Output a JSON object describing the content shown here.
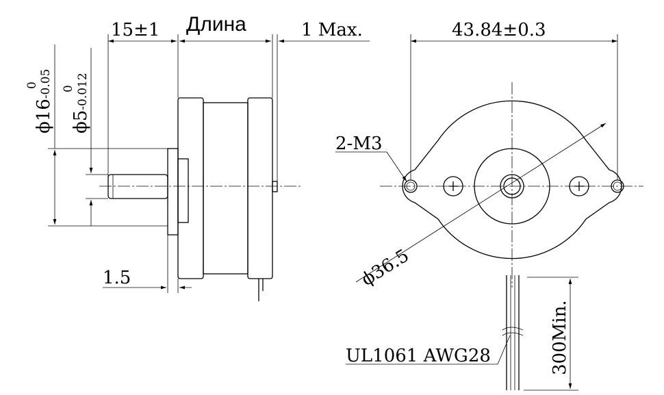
{
  "side_view": {
    "shaft_length": "15±1",
    "length_label": "Длина",
    "max_label": "1 Max.",
    "flange_diameter": "ϕ16",
    "flange_tol_upper": "0",
    "flange_tol_lower": "-0.05",
    "shaft_diameter": "ϕ5",
    "shaft_tol_upper": "0",
    "shaft_tol_lower": "-0.012",
    "flange_thickness": "1.5"
  },
  "front_view": {
    "hole_spacing": "43.84±0.3",
    "holes": "2-M3",
    "body_diameter": "ϕ36.5",
    "wire_spec": "UL1061 AWG28",
    "wire_length": "300Min."
  }
}
